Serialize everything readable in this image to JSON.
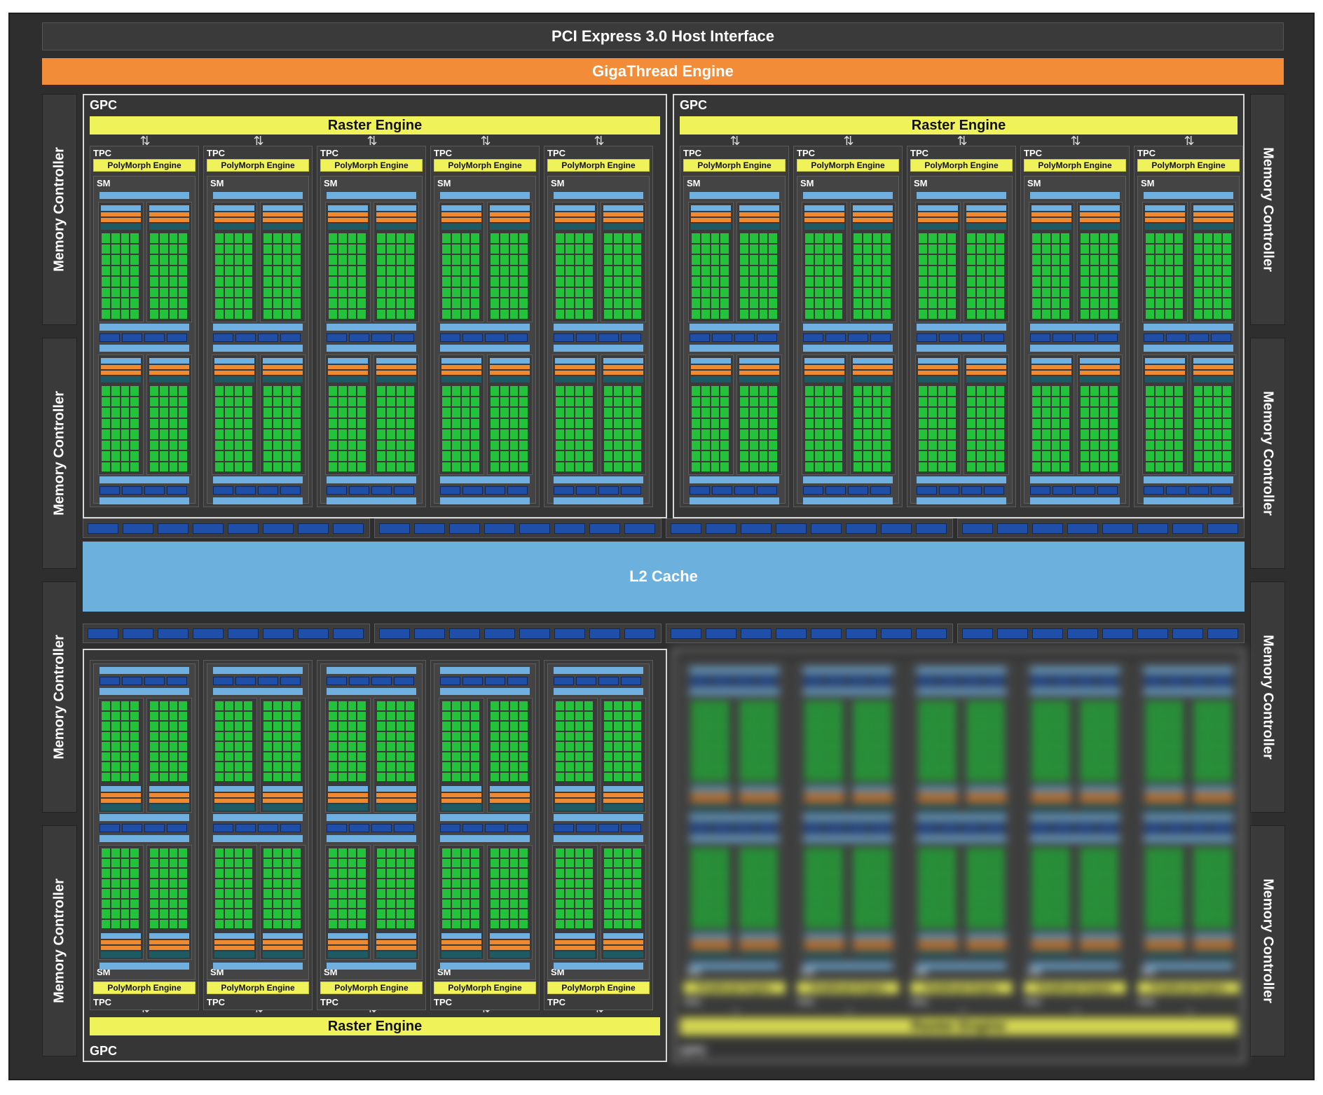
{
  "host_interface": "PCI Express 3.0 Host Interface",
  "gigathread": "GigaThread Engine",
  "memory_controller": "Memory Controller",
  "gpc_label": "GPC",
  "raster_engine": "Raster Engine",
  "tpc_label": "TPC",
  "polymorph_engine": "PolyMorph Engine",
  "sm_label": "SM",
  "l2_cache": "L2 Cache",
  "colors": {
    "chip_bg": "#2e2e2e",
    "gigathread": "#f28c38",
    "raster": "#f0f25a",
    "l2": "#6cb0de",
    "cores": "#22c33a",
    "dispatch": "#f08a30",
    "register": "#1f4fa8"
  }
}
